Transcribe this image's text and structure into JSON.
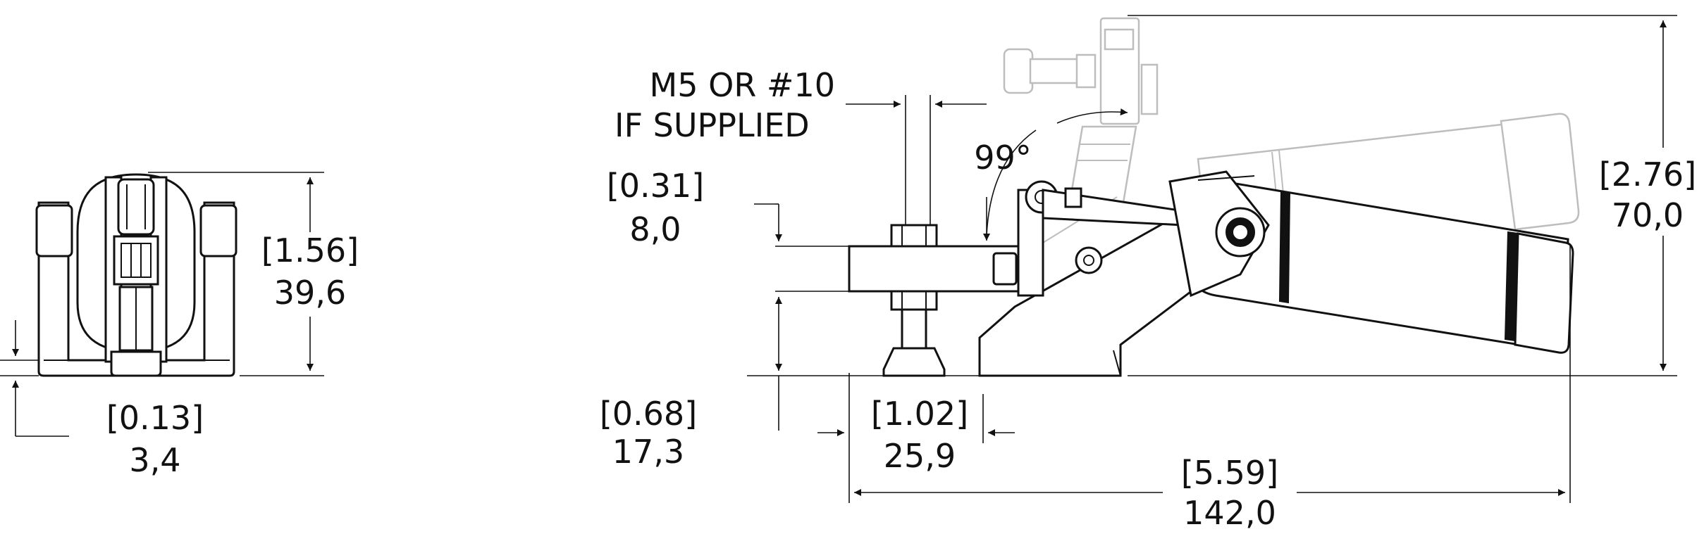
{
  "dimensions": {
    "front_height_in": "[1.56]",
    "front_height_mm": "39,6",
    "front_offset_in": "[0.13]",
    "front_offset_mm": "3,4",
    "bolt_label_line1": "M5 OR #10",
    "bolt_label_line2": "IF SUPPLIED",
    "opening_angle": "99°",
    "arm_thickness_in": "[0.31]",
    "arm_thickness_mm": "8,0",
    "arm_height_in": "[0.68]",
    "arm_height_mm": "17,3",
    "spindle_offset_in": "[1.02]",
    "spindle_offset_mm": "25,9",
    "overall_length_in": "[5.59]",
    "overall_length_mm": "142,0",
    "overall_height_in": "[2.76]",
    "overall_height_mm": "70,0"
  }
}
